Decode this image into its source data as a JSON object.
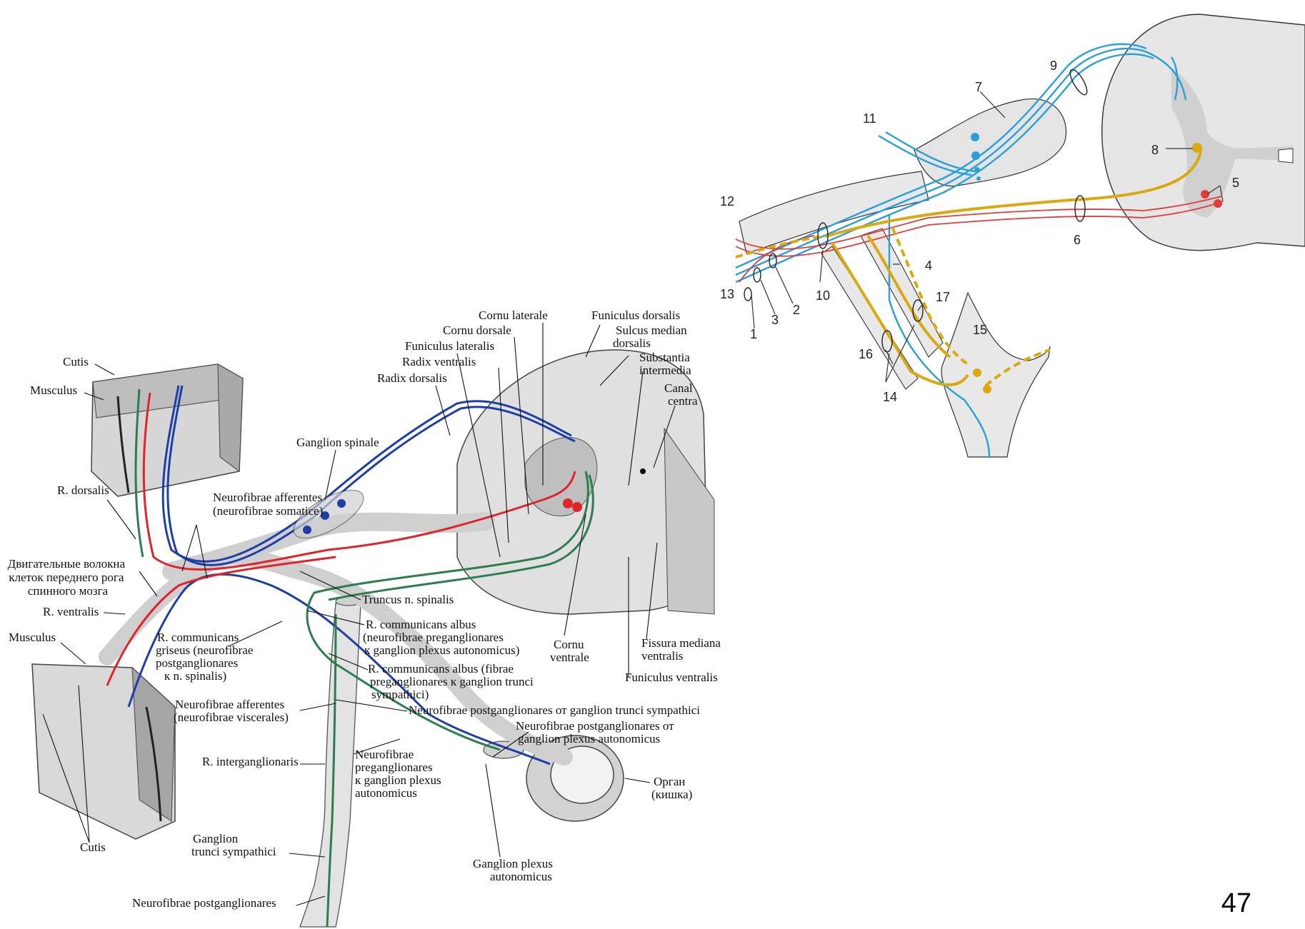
{
  "page_number": "47",
  "colors": {
    "afferent_blue": "#1e3fa8",
    "efferent_red": "#e0242a",
    "autonomic_green": "#2e7d4f",
    "right_blue": "#2a9fd8",
    "right_yellow": "#d9a90f",
    "right_red": "#e23b3b",
    "tissue_gray": "#d9d9d9"
  },
  "left_diagram": {
    "labels": {
      "cutis_top": "Cutis",
      "musculus_top": "Musculus",
      "r_dorsalis": "R. dorsalis",
      "afferentes_somatice": [
        "Neurofibrae afferentes",
        "(neurofibrae somatice)"
      ],
      "dvigatelnye": [
        "Двигательные волокна",
        "клеток переднего рога",
        "спинного мозга"
      ],
      "r_ventralis": "R. ventralis",
      "musculus_bottom": "Musculus",
      "r_communicans_griseus": [
        "R. communicans",
        "griseus (neurofibrae",
        "postganglionares",
        "к n. spinalis)"
      ],
      "afferentes_viscerales": [
        "Neurofibrae afferentes",
        "(neurofibrae viscerales)"
      ],
      "r_interganglionaris": "R. interganglionaris",
      "cutis_bottom": "Cutis",
      "ganglion_trunci": [
        "Ganglion",
        "trunci sympathici"
      ],
      "postganglionares_bottom": "Neurofibrae postganglionares",
      "ganglion_spinale": "Ganglion spinale",
      "radix_dorsalis": "Radix dorsalis",
      "radix_ventralis": "Radix ventralis",
      "funiculus_lateralis": "Funiculus lateralis",
      "cornu_dorsale": "Cornu dorsale",
      "cornu_laterale": "Cornu laterale",
      "funiculus_dorsalis": "Funiculus dorsalis",
      "sulcus_medianus": [
        "Sulcus median",
        "dorsalis"
      ],
      "substantia": [
        "Substantia",
        "intermedia"
      ],
      "canalis": [
        "Canal",
        "centra"
      ],
      "truncus": "Truncus n. spinalis",
      "r_comm_albus_1": [
        "R. communicans albus",
        "(neurofibrae preganglionares",
        "к ganglion plexus autonomicus)"
      ],
      "cornu_ventrale": [
        "Cornu",
        "ventrale"
      ],
      "fissura": [
        "Fissura mediana",
        "ventralis"
      ],
      "r_comm_albus_2": [
        "R. communicans albus (fibrae",
        "preganglionares к ganglion trunci",
        "sympathici)"
      ],
      "funiculus_ventralis": "Funiculus ventralis",
      "postgang_trunci": "Neurofibrae postganglionares от ganglion trunci sympathici",
      "postgang_plexus": [
        "Neurofibrae postganglionares от",
        "ganglion plexus autonomicus"
      ],
      "preganglionares": [
        "Neurofibrae",
        "preganglionares",
        "к ganglion plexus",
        "autonomicus"
      ],
      "organ": [
        "Орган",
        "(кишка)"
      ],
      "ganglion_plexus": [
        "Ganglion plexus",
        "autonomicus"
      ]
    }
  },
  "right_diagram": {
    "numbers": [
      "1",
      "2",
      "3",
      "4",
      "5",
      "6",
      "7",
      "8",
      "9",
      "10",
      "11",
      "12",
      "13",
      "14",
      "15",
      "16",
      "17"
    ]
  }
}
